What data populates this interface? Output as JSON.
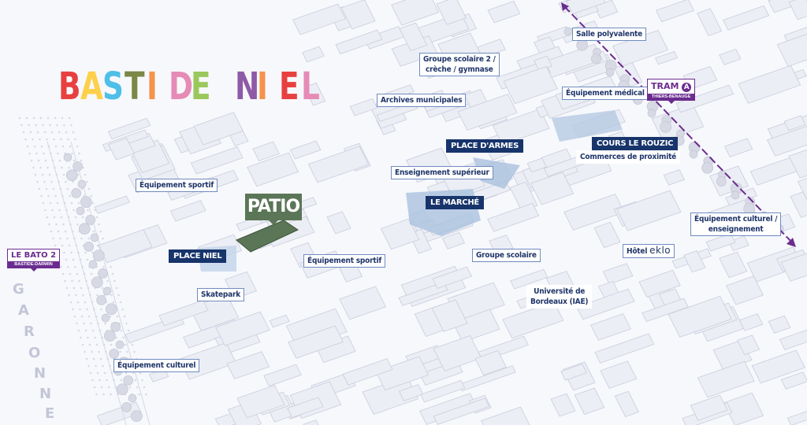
{
  "logo": {
    "letters": [
      "B",
      "A",
      "S",
      "T",
      "I",
      "D",
      "E",
      " ",
      "N",
      "I",
      "E",
      "L"
    ],
    "colors": [
      "#e84040",
      "#fdd04a",
      "#4fbfe8",
      "#7a8746",
      "#f5934a",
      "#e68bb6",
      "#9bc85c",
      "#ffffff",
      "#8e5aa6",
      "#f5934a",
      "#e84040",
      "#e68bb6"
    ],
    "text": "BASTIDE NIEL"
  },
  "colors": {
    "navy": "#17346b",
    "patio": "#5b7657",
    "tram": "#6b2c8f",
    "label_border": "#6f8cc0"
  },
  "highlights": {
    "patio": "PATIO",
    "place_niel": "PLACE NIEL",
    "le_marche": "LE MARCHÉ",
    "place_armes": "PLACE D'ARMES",
    "cours_le_rouzic": "COURS LE ROUZIC"
  },
  "labels": {
    "salle_polyvalente": "Salle polyvalente",
    "groupe_scolaire_2": [
      "Groupe scolaire 2 /",
      "crèche / gymnase"
    ],
    "archives": "Archives municipales",
    "equipement_medical": "Équipement médical",
    "commerces": "Commerces de proximité",
    "enseignement_superieur": "Enseignement supérieur",
    "equipement_sportif_1": "Équipement sportif",
    "equipement_sportif_2": "Équipement sportif",
    "equipement_culturel_enseignement": [
      "Équipement culturel /",
      "enseignement"
    ],
    "hotel": {
      "prefix": "Hôtel",
      "brand": "eklo"
    },
    "groupe_scolaire": "Groupe scolaire",
    "universite": [
      "Université de",
      "Bordeaux (IAE)"
    ],
    "skatepark": "Skatepark",
    "equipement_culturel": "Équipement culturel"
  },
  "stations": {
    "tram": {
      "title": "TRAM",
      "line": "A",
      "stop": "THIERS-BENAUGE"
    },
    "bato": {
      "title": "LE BATO 2",
      "stop": "BASTIDE-DARWIN"
    }
  },
  "river": {
    "name": [
      "G",
      "A",
      "R",
      "O",
      "N",
      "N",
      "E"
    ]
  }
}
